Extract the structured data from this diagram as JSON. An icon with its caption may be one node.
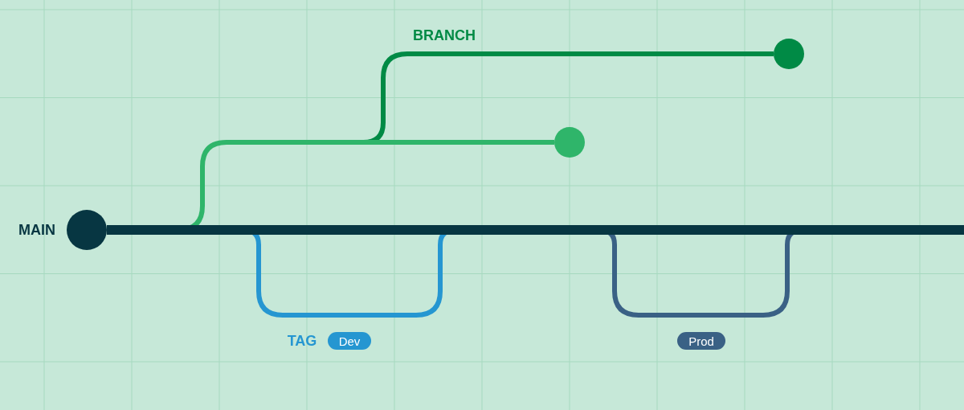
{
  "diagram": {
    "nodes": [
      {
        "text": [],
        "shape": "circle",
        "beside": [
          "MAIN"
        ]
      },
      {
        "text": [],
        "shape": "circle"
      },
      {
        "text": [],
        "shape": "circle"
      },
      {
        "text": [
          "Dev"
        ],
        "beside": [
          "TAG"
        ]
      },
      {
        "text": [
          "Prod"
        ]
      }
    ],
    "edges": [
      {
        "from": 0,
        "to": null,
        "arrow": "none",
        "style": "thick",
        "color": "#073642"
      },
      {
        "from": 0,
        "to": 1,
        "arrow": "none",
        "color": "#2fb56a"
      },
      {
        "from": null,
        "to": 2,
        "arrow": "none",
        "color": "#008a45"
      }
    ],
    "labels": [
      "BRANCH"
    ]
  }
}
